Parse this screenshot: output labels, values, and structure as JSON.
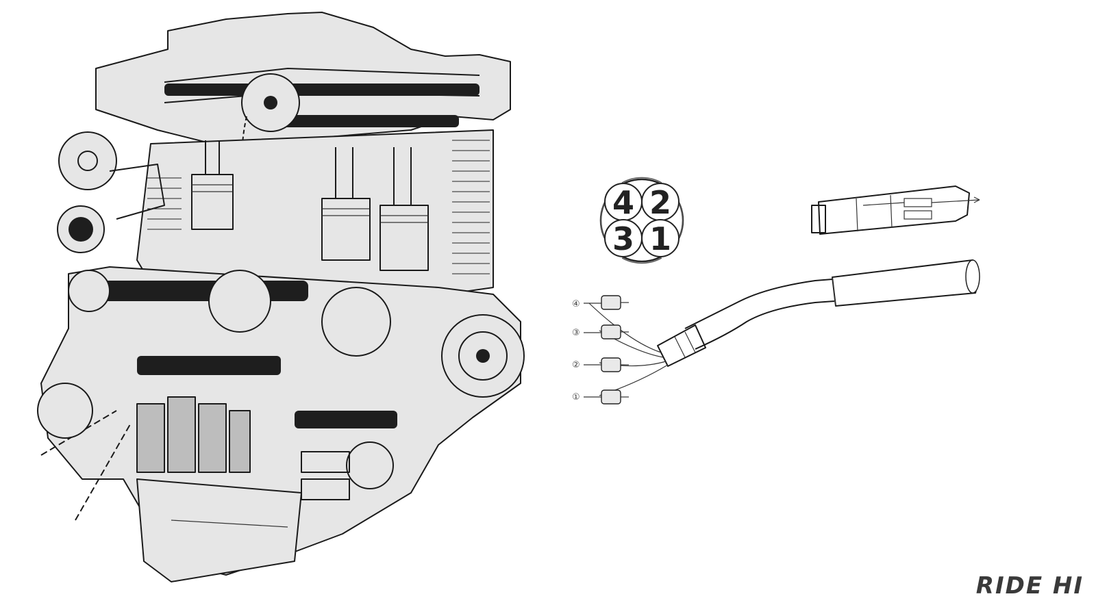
{
  "firing_order": {
    "cylinders": [
      "4",
      "2",
      "3",
      "1"
    ]
  },
  "exhaust": {
    "pipe_labels": [
      "④",
      "③",
      "②",
      "①"
    ]
  },
  "brand": {
    "logo_text": "RIDE HI"
  },
  "colors": {
    "ink": "#1e1e1e",
    "paper": "#ffffff",
    "logo": "#3a3a3a"
  }
}
